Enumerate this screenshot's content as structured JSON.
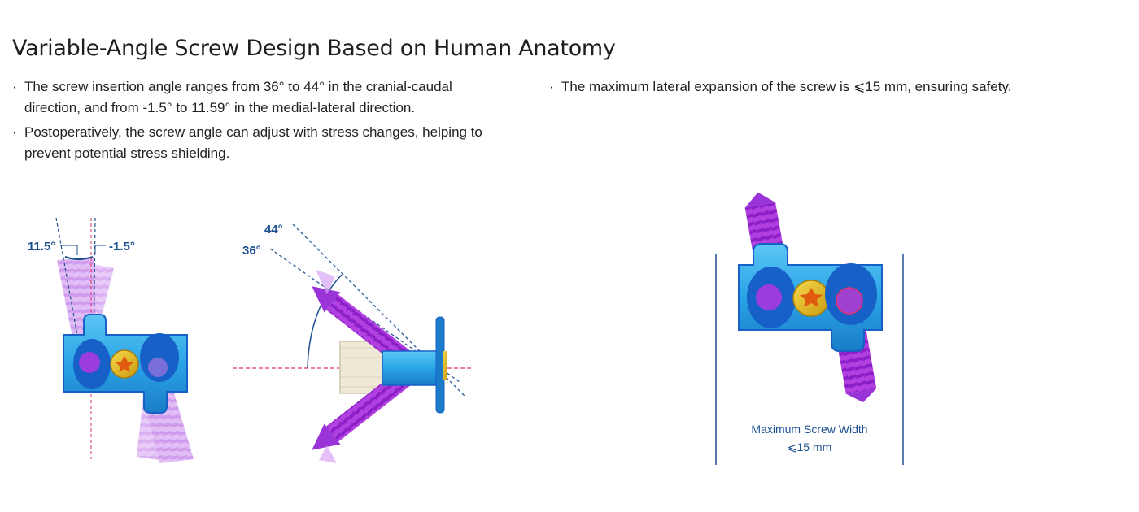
{
  "heading": "Variable-Angle Screw Design Based on Human Anatomy",
  "bullet_glyph": "·",
  "left_bullets": [
    "The screw insertion angle ranges from 36° to 44° in the cranial-caudal direction, and from -1.5° to 11.59° in the medial-lateral direction.",
    "Postoperatively, the screw angle can adjust with stress changes, helping to prevent potential stress shielding."
  ],
  "right_bullets": [
    "The maximum lateral expansion of the screw is ⩽15 mm, ensuring safety."
  ],
  "figure1": {
    "label_left": "11.5°",
    "label_right": "-1.5°"
  },
  "figure2": {
    "label_top": "44°",
    "label_bottom": "36°"
  },
  "figure3": {
    "caption_line1": "Maximum Screw Width",
    "caption_line2": "⩽15 mm"
  },
  "colors": {
    "plate": "#2aa4e6",
    "plate_dark": "#1660c8",
    "screw": "#b23fe0",
    "screw_light": "#d7a6f2",
    "bone": "#efe8d4",
    "gold": "#e8b820",
    "guide_blue": "#1d4f8f",
    "guide_red": "#e0336b"
  }
}
